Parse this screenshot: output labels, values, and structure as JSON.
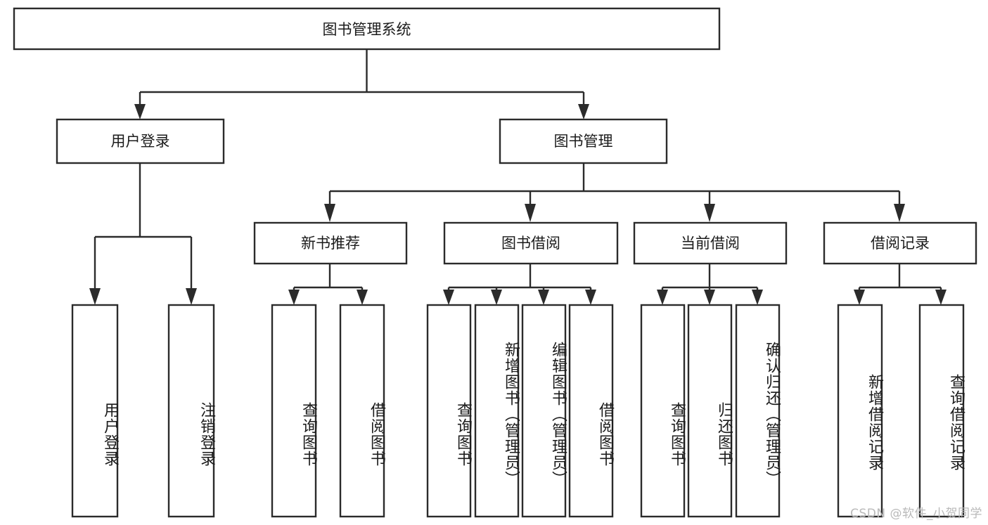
{
  "diagram": {
    "type": "tree-hierarchy",
    "title": "图书管理系统",
    "watermark": "CSDN @软件_小贺同学",
    "colors": {
      "background": "#ffffff",
      "box_fill": "#ffffff",
      "box_stroke": "#2b2b2b",
      "text": "#1b1b1b",
      "watermark": "#b9b9b9"
    },
    "root": {
      "label": "图书管理系统",
      "orientation": "horizontal"
    },
    "level2": [
      {
        "label": "用户登录",
        "orientation": "horizontal"
      },
      {
        "label": "图书管理",
        "orientation": "horizontal"
      }
    ],
    "level3": [
      {
        "label": "新书推荐",
        "orientation": "horizontal"
      },
      {
        "label": "图书借阅",
        "orientation": "horizontal"
      },
      {
        "label": "当前借阅",
        "orientation": "horizontal"
      },
      {
        "label": "借阅记录",
        "orientation": "horizontal"
      }
    ],
    "leaves": {
      "user_login": [
        {
          "label": "用户登录",
          "orientation": "vertical"
        },
        {
          "label": "注销登录",
          "orientation": "vertical"
        }
      ],
      "new_book_recommend": [
        {
          "label": "查询图书",
          "orientation": "vertical"
        },
        {
          "label": "借阅图书",
          "orientation": "vertical"
        }
      ],
      "book_borrow": [
        {
          "label": "查询图书",
          "orientation": "vertical"
        },
        {
          "label": "新增图书（管理员）",
          "orientation": "vertical"
        },
        {
          "label": "编辑图书（管理员）",
          "orientation": "vertical"
        },
        {
          "label": "借阅图书",
          "orientation": "vertical"
        }
      ],
      "current_borrow": [
        {
          "label": "查询图书",
          "orientation": "vertical"
        },
        {
          "label": "归还图书",
          "orientation": "vertical"
        },
        {
          "label": "确认归还（管理员）",
          "orientation": "vertical"
        }
      ],
      "borrow_record": [
        {
          "label": "新增借阅记录",
          "orientation": "vertical"
        },
        {
          "label": "查询借阅记录",
          "orientation": "vertical"
        }
      ]
    }
  }
}
